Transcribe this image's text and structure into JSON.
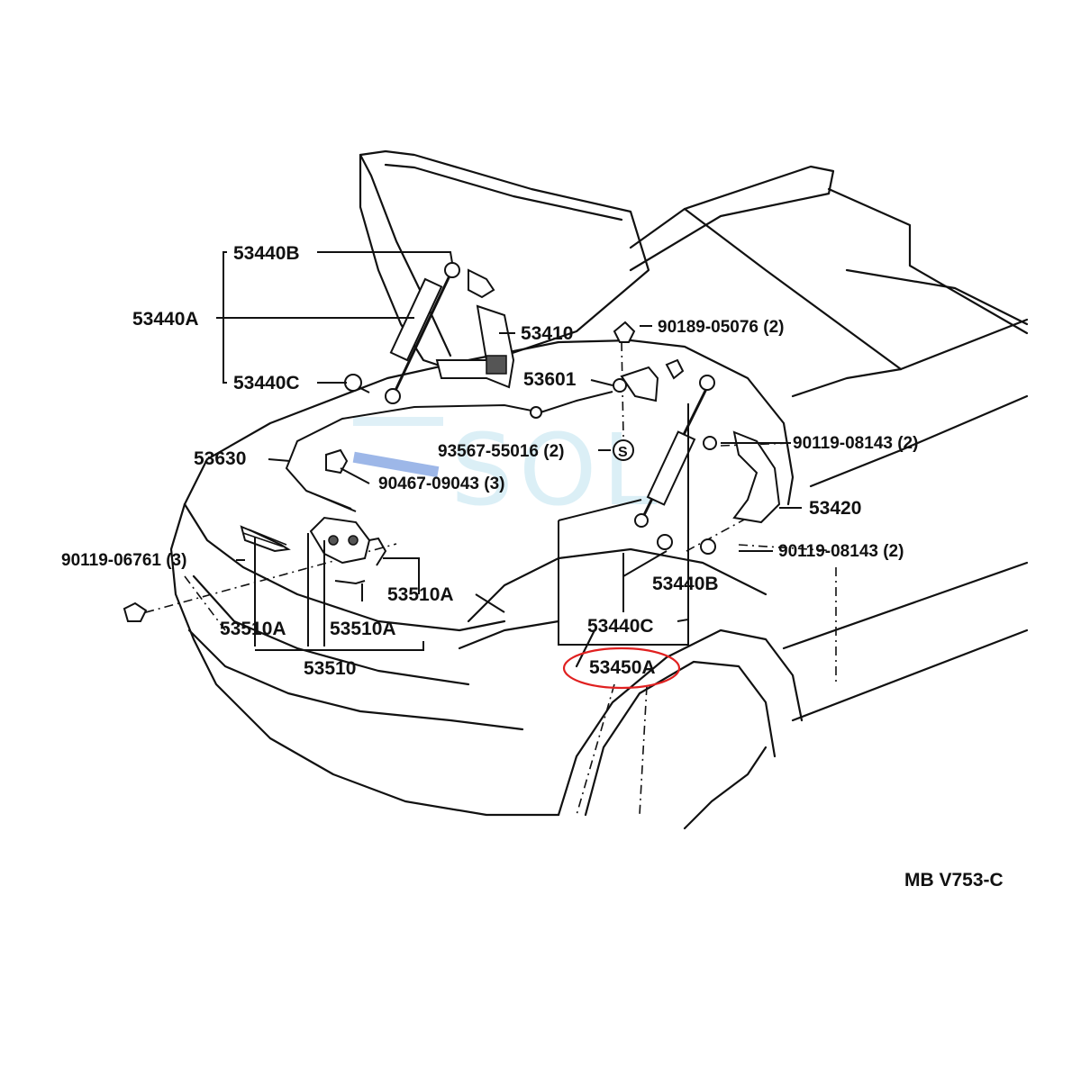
{
  "labels": {
    "l53440B_top": "53440B",
    "l53440A": "53440A",
    "l53440C_left": "53440C",
    "l53410": "53410",
    "l53601": "53601",
    "l90189": "90189-05076 (2)",
    "l93567": "93567-55016 (2)",
    "l53630": "53630",
    "l90467": "90467-09043 (3)",
    "l90119_left": "90119-06761 (3)",
    "l53510A_right": "53510A",
    "l53510A_left": "53510A",
    "l53510A_mid": "53510A",
    "l53510": "53510",
    "l90119_upper": "90119-08143 (2)",
    "l53420": "53420",
    "l90119_lower": "90119-08143 (2)",
    "l53440B_right": "53440B",
    "l53440C_right": "53440C",
    "l53450A": "53450A",
    "symbol_s": "S"
  },
  "diagram_code": "MB V753-C",
  "watermark": "SOL",
  "highlight": {
    "part": "53450A",
    "color": "#e02020"
  }
}
